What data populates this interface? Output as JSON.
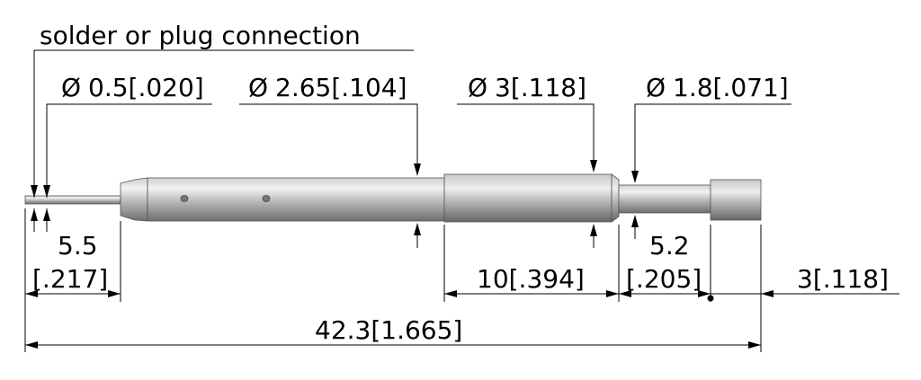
{
  "labels": {
    "connection": "solder or plug connection",
    "tip_diameter": "0.5[.020]",
    "barrel_diameter": "2.65[.104]",
    "collar_diameter": "3[.118]",
    "plunger_diameter": "1.8[.071]",
    "tip_length_mm": "5.5",
    "tip_length_in": "[.217]",
    "collar_length": "10[.394]",
    "plunger_length_mm": "5.2",
    "plunger_length_in": "[.205]",
    "head_length": "3[.118]",
    "overall_length": "42.3[1.665]"
  },
  "symbols": {
    "diameter": "Ø"
  },
  "colors": {
    "line": "#000000",
    "metal_light": "#eaeaea",
    "metal_mid": "#b4b4b4",
    "metal_dark": "#5a5a5a"
  }
}
